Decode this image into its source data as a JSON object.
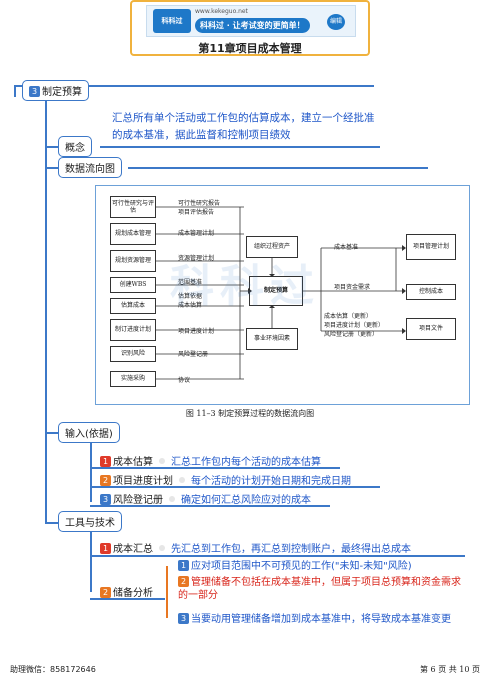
{
  "header": {
    "logo_text": "科科过",
    "site_url": "www.kekeguo.net",
    "site_name": "科科过 · 让考试变的更简单！",
    "badge": "编辑",
    "title": "第11章项目成本管理"
  },
  "section": {
    "number": "3",
    "title": "制定预算",
    "summary": "汇总所有单个活动或工作包的估算成本，建立一个经批准的成本基准，据此监督和控制项目绩效"
  },
  "concept_label": "概念",
  "dataflow_label": "数据流向图",
  "diagram": {
    "left_boxes": [
      "可行性研究与评估",
      "规划成本管理",
      "规划资源管理",
      "创建WBS",
      "估算成本",
      "制订进度计划",
      "识别风险",
      "实施采购"
    ],
    "left_labels": [
      "可行性研究报告",
      "项目评估报告",
      "成本管理计划",
      "资源管理计划",
      "范围基准",
      "估算依据",
      "成本估算",
      "项目进度计划",
      "风险登记册",
      "协议"
    ],
    "org_assets": "组织过程资产",
    "center": "制定预算",
    "env": "事业环境因素",
    "right_labels": [
      "成本基准",
      "项目资金需求",
      "成本估算（更新）",
      "项目进度计划（更新）",
      "风险登记册（更新）"
    ],
    "right_boxes": [
      "项目管理计划",
      "控制成本",
      "项目文件"
    ],
    "caption": "图 11–3   制定预算过程的数据流向图",
    "watermark": "科科过"
  },
  "inputs": {
    "label": "输入(依据)",
    "items": [
      {
        "num": "1",
        "name": "成本估算",
        "desc": "汇总工作包内每个活动的成本估算"
      },
      {
        "num": "2",
        "name": "项目进度计划",
        "desc": "每个活动的计划开始日期和完成日期"
      },
      {
        "num": "3",
        "name": "风险登记册",
        "desc": "确定如何汇总风险应对的成本"
      }
    ]
  },
  "tools": {
    "label": "工具与技术",
    "items": [
      {
        "num": "1",
        "name": "成本汇总",
        "desc": "先汇总到工作包，再汇总到控制账户，最终得出总成本"
      },
      {
        "num": "2",
        "name": "储备分析",
        "subs": [
          {
            "num": "1",
            "text": "应对项目范围中不可预见的工作(\"未知-未知\"风险)"
          },
          {
            "num": "2",
            "text": "管理储备不包括在成本基准中，但属于项目总预算和资金需求的一部分"
          },
          {
            "num": "3",
            "text": "当要动用管理储备增加到成本基准中，将导致成本基准变更"
          }
        ]
      }
    ]
  },
  "footer": {
    "left": "助理微信：858172646",
    "right": "第 6 页 共 10 页"
  }
}
